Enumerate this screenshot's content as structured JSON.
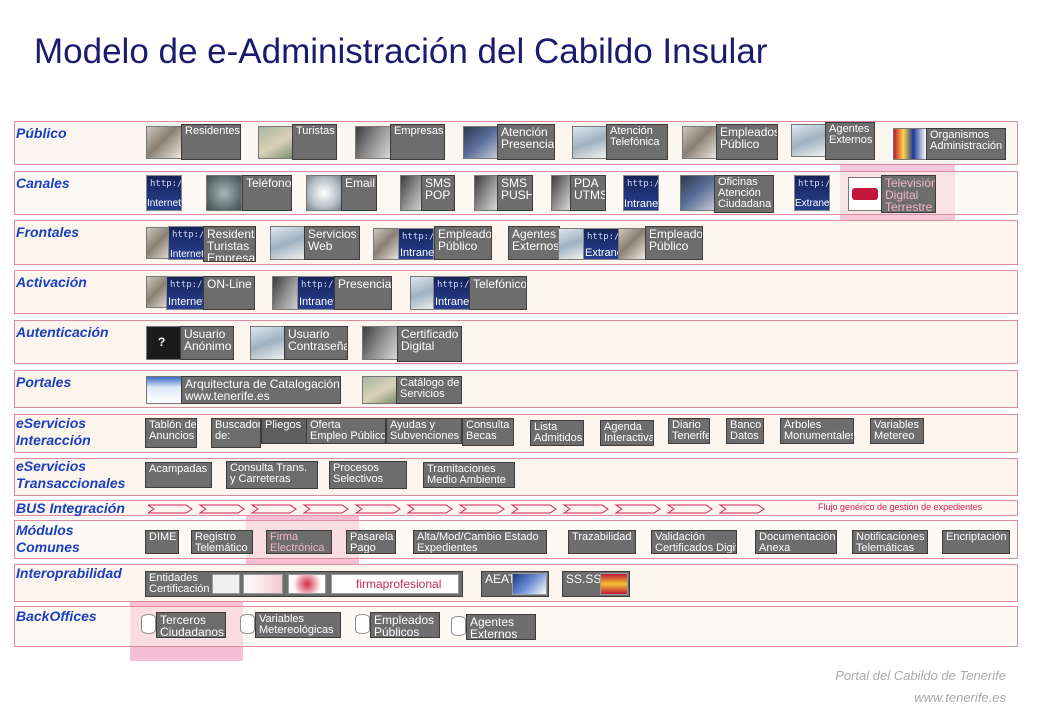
{
  "title": "Modelo de e-Administración del Cabildo Insular",
  "footer": {
    "line1": "Portal del Cabildo de Tenerife",
    "line2": "www.tenerife.es"
  },
  "rows": {
    "publico": "Público",
    "canales": "Canales",
    "frontales": "Frontales",
    "activacion": "Activación",
    "autenticacion": "Autenticación",
    "portales": "Portales",
    "eserv_interaccion_1": "eServicios",
    "eserv_interaccion_2": "Interacción",
    "eserv_trans_1": "eServicios",
    "eserv_trans_2": "Transaccionales",
    "bus": "BUS Integración",
    "modulos_1": "Módulos",
    "modulos_2": "Comunes",
    "interop": "Interoprabilidad",
    "backoffices": "BackOffices"
  },
  "publico": [
    [
      "Residentes"
    ],
    [
      "Turistas"
    ],
    [
      "Empresas"
    ],
    [
      "Atención",
      "Presencial"
    ],
    [
      "Atención",
      "Telefónica"
    ],
    [
      "Empleados",
      "Público"
    ],
    [
      "Agentes",
      "Externos"
    ],
    [
      "Organismos",
      "Administración"
    ]
  ],
  "canales": {
    "internet": "Internet",
    "telefono": "Teléfono",
    "email": "Email",
    "sms_pop": [
      "SMS",
      "POP"
    ],
    "sms_push": [
      "SMS",
      "PUSH"
    ],
    "pda": [
      "PDA",
      "UTMS"
    ],
    "intranet": "Intranet",
    "oficinas": [
      "Oficinas",
      "Atención",
      "Ciudadana"
    ],
    "extranet": "Extranet",
    "tv": [
      "Televisión",
      "Digital",
      "Terrestre"
    ]
  },
  "frontales": {
    "internet": "Internet",
    "residentes": [
      "Residentes",
      "Turistas",
      "Empresas"
    ],
    "servicios_web": [
      "Servicios",
      "Web"
    ],
    "intranet": "Intranet",
    "empleados": [
      "Empleados",
      "Público"
    ],
    "agentes": [
      "Agentes",
      "Externos"
    ],
    "extranet": "Extranet",
    "empleados2": [
      "Empleados",
      "Público"
    ]
  },
  "activacion": {
    "internet": "Internet",
    "online": "ON-Line",
    "intranet": "Intranet",
    "presencial": "Presencial",
    "intranet2": "Intranet",
    "telefonico": "Telefónico"
  },
  "autenticacion": [
    [
      "Usuario",
      "Anónimo"
    ],
    [
      "Usuario",
      "Contraseña"
    ],
    [
      "Certificado",
      "Digital"
    ]
  ],
  "portales": [
    [
      "Arquitectura de Catalogación",
      "www.tenerife.es"
    ],
    [
      "Catálogo de",
      "Servicios"
    ]
  ],
  "interaccion": [
    [
      "Tablón de",
      "Anuncios"
    ],
    [
      "Buscador",
      "de:"
    ],
    [
      "Pliegos"
    ],
    [
      "Oferta",
      "Empleo Público"
    ],
    [
      "Ayudas y",
      "Subvenciones"
    ],
    [
      "Consulta",
      "Becas"
    ],
    [
      "Lista",
      "Admitidos"
    ],
    [
      "Agenda",
      "Interactiva"
    ],
    [
      "Diario",
      "Tenerife"
    ],
    [
      "Banco",
      "Datos"
    ],
    [
      "Árboles",
      "Monumentales"
    ],
    [
      "Variables",
      "Metereo"
    ]
  ],
  "transaccionales": [
    [
      "Acampadas"
    ],
    [
      "Consulta Trans.",
      "y Carreteras"
    ],
    [
      "Procesos",
      "Selectivos"
    ],
    [
      "Tramitaciones",
      "Medio Ambiente"
    ]
  ],
  "bus": {
    "flujo": "Flujo genérico de gestión de expedientes"
  },
  "modulos": [
    [
      "DIME"
    ],
    [
      "Registro",
      "Telemático"
    ],
    [
      "Firma",
      "Electrónica"
    ],
    [
      "Pasarela",
      "Pago"
    ],
    [
      "Alta/Mod/Cambio Estado",
      "Expedientes"
    ],
    [
      "Trazabilidad"
    ],
    [
      "Validación",
      "Certificados Digitales"
    ],
    [
      "Documentación",
      "Anexa"
    ],
    [
      "Notificaciones",
      "Telemáticas"
    ],
    [
      "Encriptación"
    ]
  ],
  "interop": {
    "entidades": [
      "Entidades",
      "Certificación"
    ],
    "firmaprofesional": "firmaprofesional",
    "aeat": "AEAT",
    "ss": "SS.SS"
  },
  "backoffices": [
    [
      "Terceros",
      "Ciudadanos"
    ],
    [
      "Variables",
      "Metereológicas"
    ],
    [
      "Empleados",
      "Públicos"
    ],
    [
      "Agentes",
      "Externos"
    ]
  ],
  "icons": {
    "http": "http://",
    "question": "?"
  },
  "colors": {
    "title": "#1a1a6e",
    "row_label": "#1a3fbf",
    "box": "#6d6d6d",
    "row_border": "#e08aa0",
    "highlight": "#f3a9c8"
  }
}
